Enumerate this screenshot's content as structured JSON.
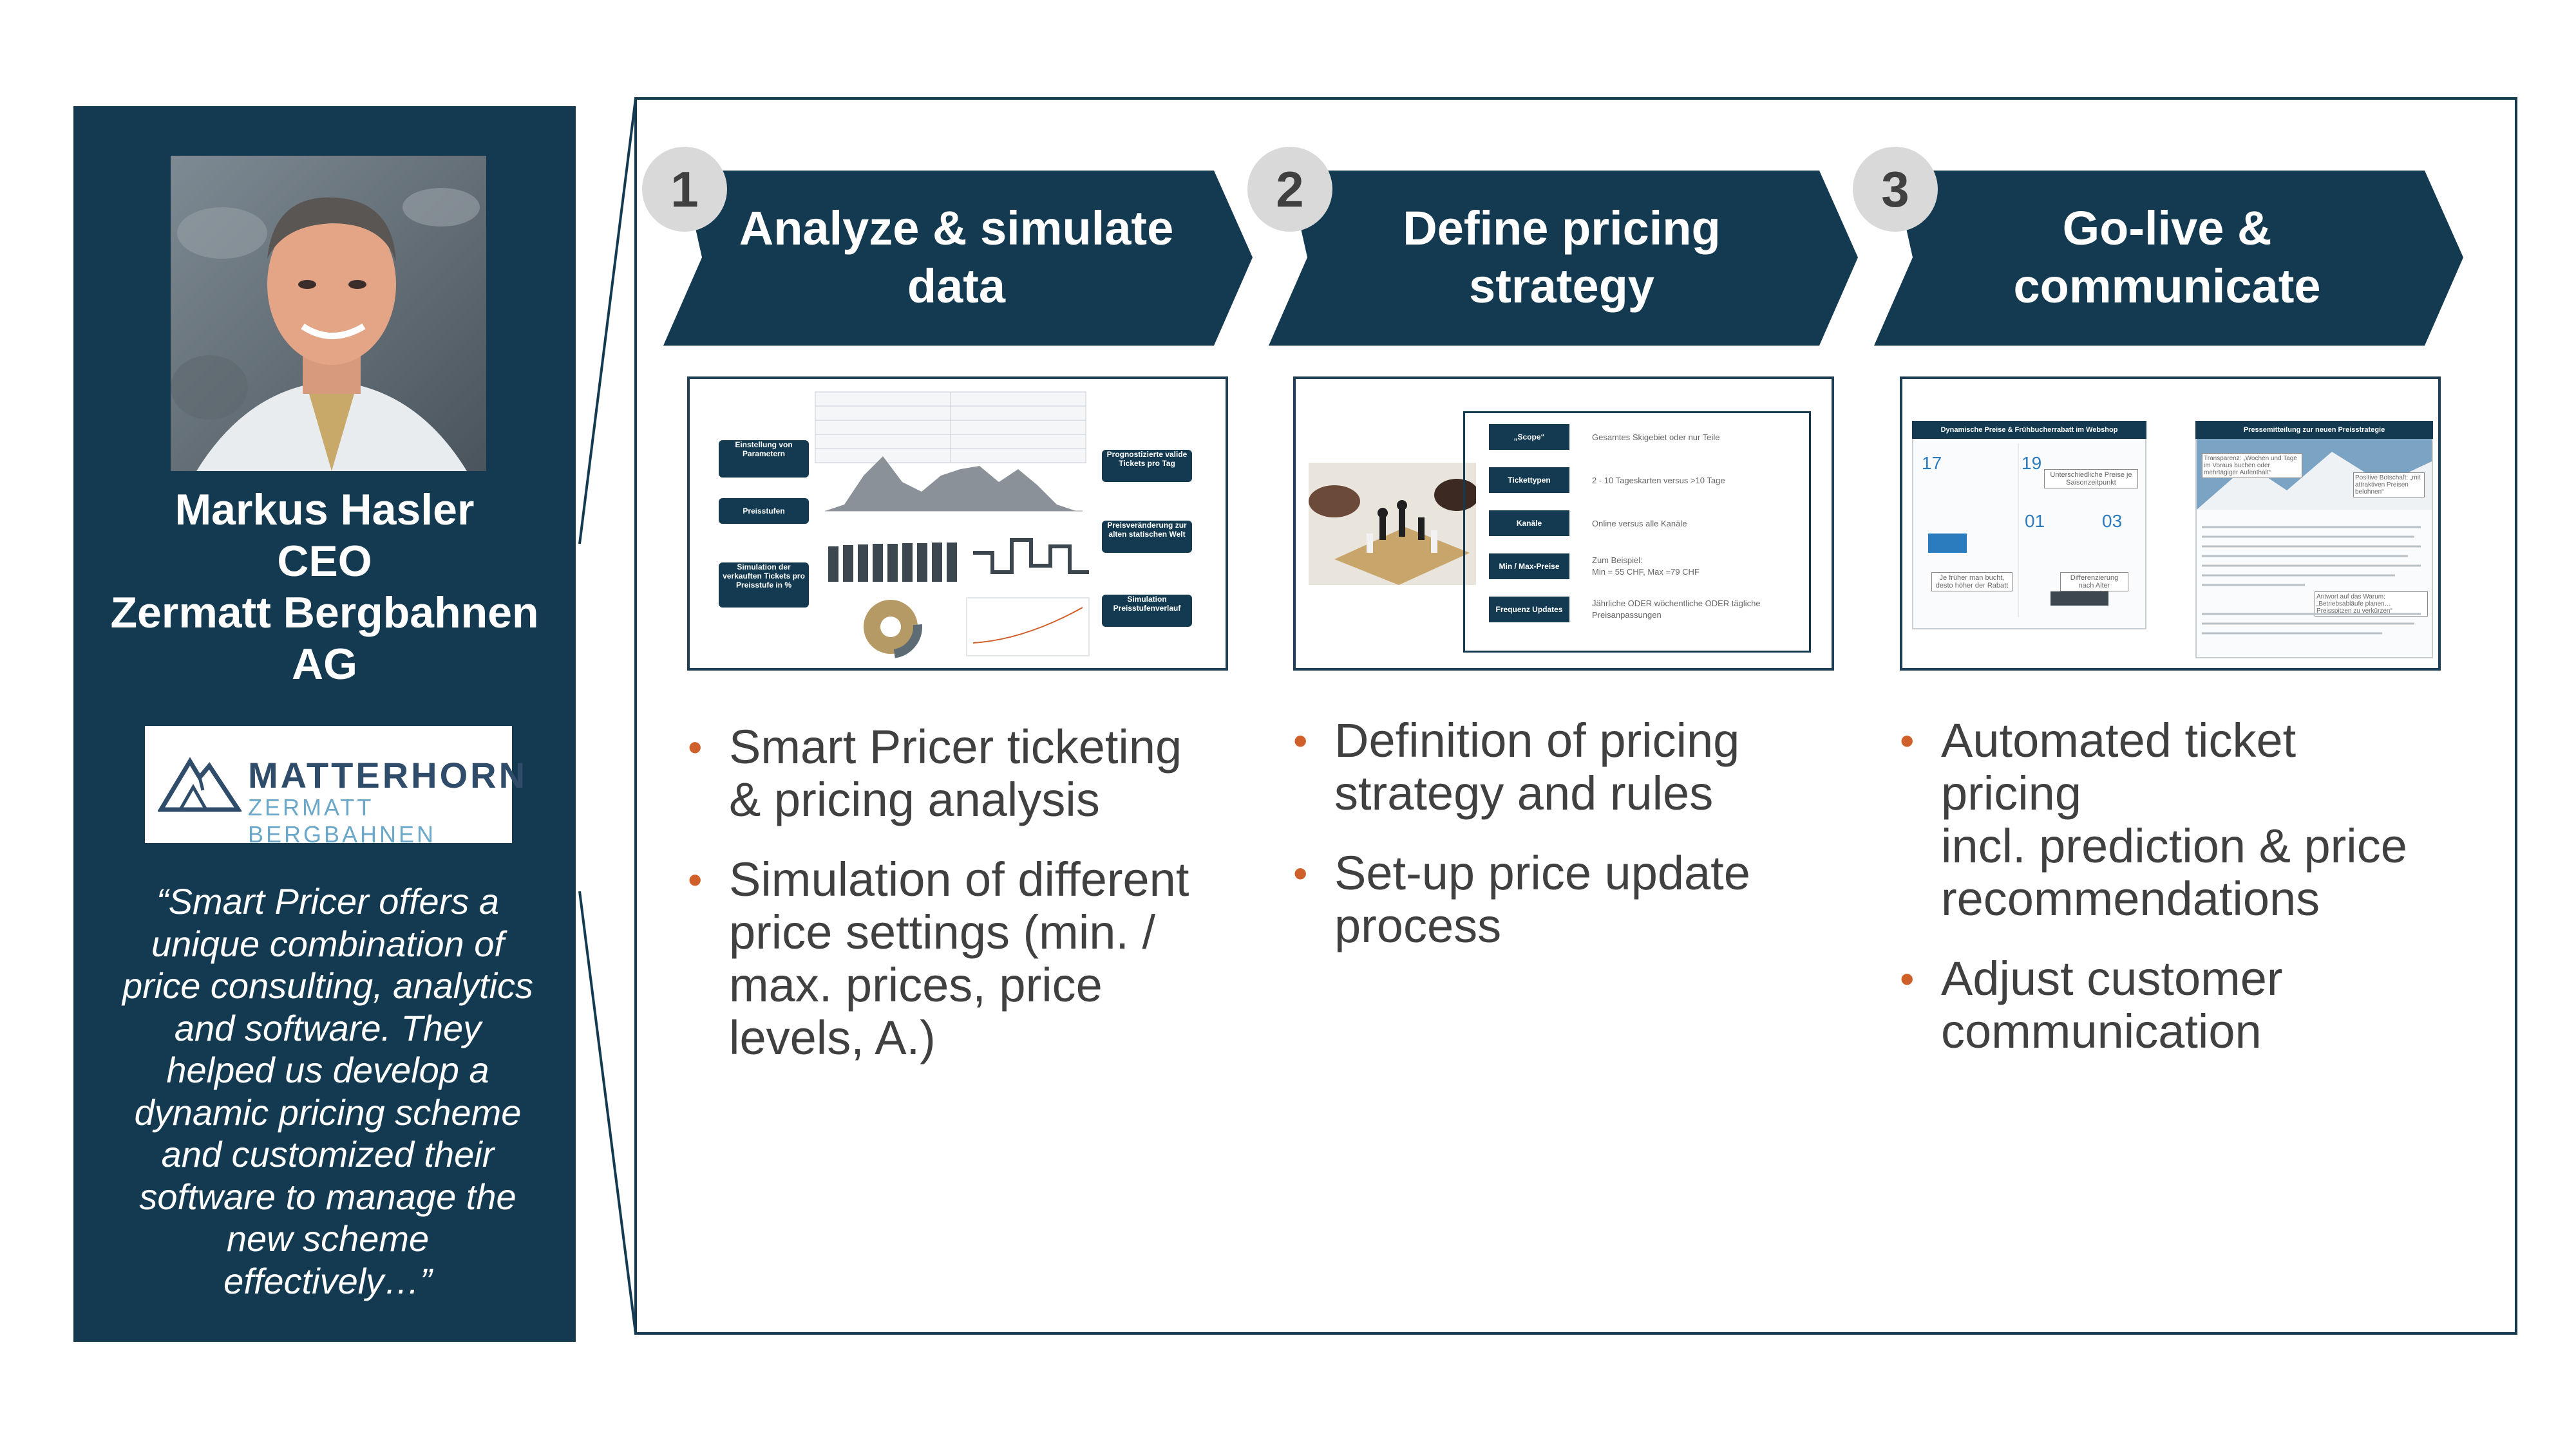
{
  "testimonial": {
    "name_lines": [
      "Markus Hasler",
      "CEO",
      "Zermatt Bergbahnen",
      "AG"
    ],
    "logo": {
      "line1": "MATTERHORN",
      "line2": "ZERMATT BERGBAHNEN"
    },
    "quote_lines": [
      "“Smart Pricer offers a",
      "unique combination of",
      "price consulting, analytics",
      "and software. They",
      "helped us develop a",
      "dynamic pricing scheme",
      "and customized their",
      "software to manage the",
      "new scheme",
      "effectively…”"
    ]
  },
  "colors": {
    "navy": "#133a50",
    "accent": "#d0602a",
    "circle": "#d9d9d9"
  },
  "steps": [
    {
      "number": "1",
      "title_lines": [
        "Analyze & simulate",
        "data"
      ],
      "bullets": [
        [
          "Smart Pricer ticketing",
          "& pricing analysis"
        ],
        [
          "Simulation of different",
          "price settings (min. /",
          "max. prices, price",
          "levels, A.)"
        ]
      ],
      "thumb": {
        "callouts": [
          "Einstellung von Parametern",
          "Preisstufen",
          "Simulation der verkauften Tickets pro Preisstufe in %",
          "Prognostizierte valide Tickets pro Tag",
          "Preisveränderung zur alten statischen Welt",
          "Simulation Preisstufenverlauf"
        ]
      }
    },
    {
      "number": "2",
      "title_lines": [
        "Define pricing",
        "strategy"
      ],
      "bullets": [
        [
          "Definition of pricing",
          "strategy and rules"
        ],
        [
          "Set-up price update",
          "process"
        ]
      ],
      "thumb": {
        "rows": [
          {
            "tag": "„Scope“",
            "text": [
              "Gesamtes Skigebiet oder nur Teile"
            ]
          },
          {
            "tag": "Tickettypen",
            "text": [
              "2 - 10 Tageskarten versus >10 Tage"
            ]
          },
          {
            "tag": "Kanäle",
            "text": [
              "Online versus alle Kanäle"
            ]
          },
          {
            "tag": "Min / Max-Preise",
            "text": [
              "Zum Beispiel:",
              "Min = 55 CHF, Max =79 CHF"
            ]
          },
          {
            "tag": "Frequenz Updates",
            "text": [
              "Jährliche ODER wöchentliche ODER tägliche",
              "Preisanpassungen"
            ]
          }
        ]
      }
    },
    {
      "number": "3",
      "title_lines": [
        "Go-live &",
        "communicate"
      ],
      "bullets": [
        [
          "Automated ticket",
          "pricing",
          "incl. prediction & price",
          "recommendations"
        ],
        [
          "Adjust customer",
          "communication"
        ]
      ],
      "thumb": {
        "left_title": "Dynamische Preise & Frühbucherrabatt im Webshop",
        "right_title": "Pressemitteilung zur neuen Preisstrategie",
        "left_notes": [
          "Unterschiedliche Preise je Saisonzeitpunkt",
          "Je früher man bucht, desto höher der Rabatt",
          "Differenzierung nach Alter"
        ],
        "right_notes": [
          "Transparenz: „Wochen und Tage im Voraus buchen oder mehrtägiger Aufenthalt“",
          "Positive Botschaft: „mit attraktiven Preisen belohnen“",
          "Antwort auf das Warum: „Betriebsabläufe planen… Preisspitzen zu verkürzen“"
        ]
      }
    }
  ]
}
